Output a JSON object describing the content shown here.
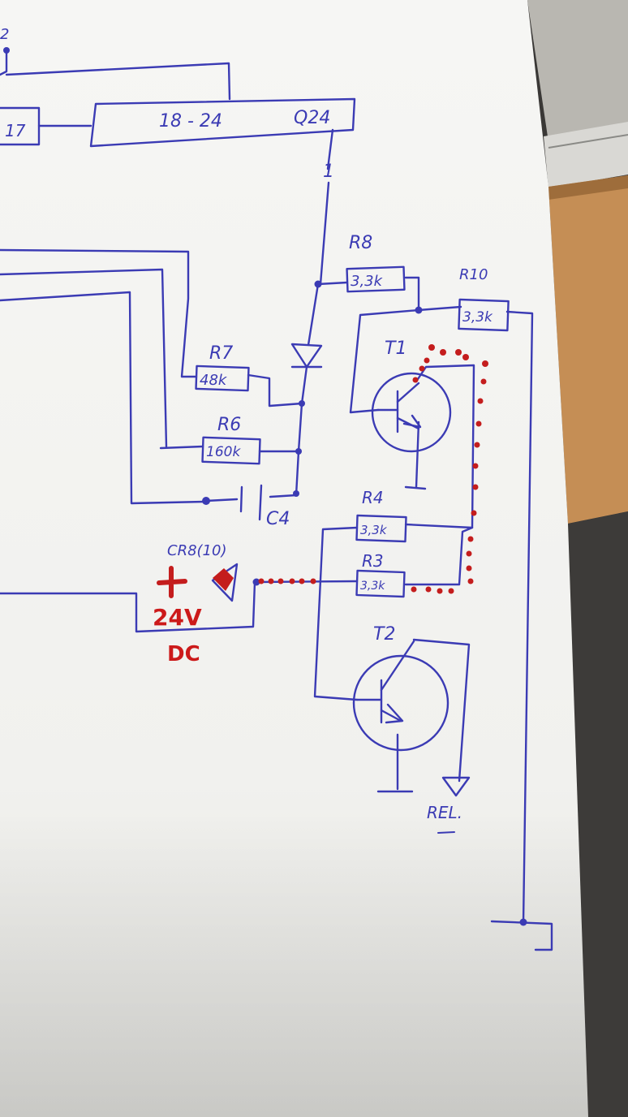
{
  "diagram": {
    "counter": {
      "inner_label": "17",
      "range_label": "18 - 24",
      "output_label": "Q24",
      "pin_label": "1",
      "corner_label": "2"
    },
    "resistors": {
      "r8": {
        "name": "R8",
        "value": "3,3k"
      },
      "r10": {
        "name": "R10",
        "value": "3,3k"
      },
      "r7": {
        "name": "R7",
        "value": "48k"
      },
      "r6": {
        "name": "R6",
        "value": "160k"
      },
      "r4": {
        "name": "R4",
        "value": "3,3k"
      },
      "r3": {
        "name": "R3",
        "value": "3,3k"
      }
    },
    "capacitor": {
      "name": "C4"
    },
    "transistors": {
      "t1": "T1",
      "t2": "T2"
    },
    "connector": {
      "name": "CR8(10)",
      "plus": "+",
      "voltage": "24V",
      "type": "DC"
    },
    "relay": {
      "name": "REL.",
      "minus": "_"
    }
  },
  "colors": {
    "ink": "#3b3bb4",
    "marker": "#cc1a1a",
    "paper": "#f4f4f1",
    "wood": "#c58e55",
    "cloth": "#3a3836"
  }
}
